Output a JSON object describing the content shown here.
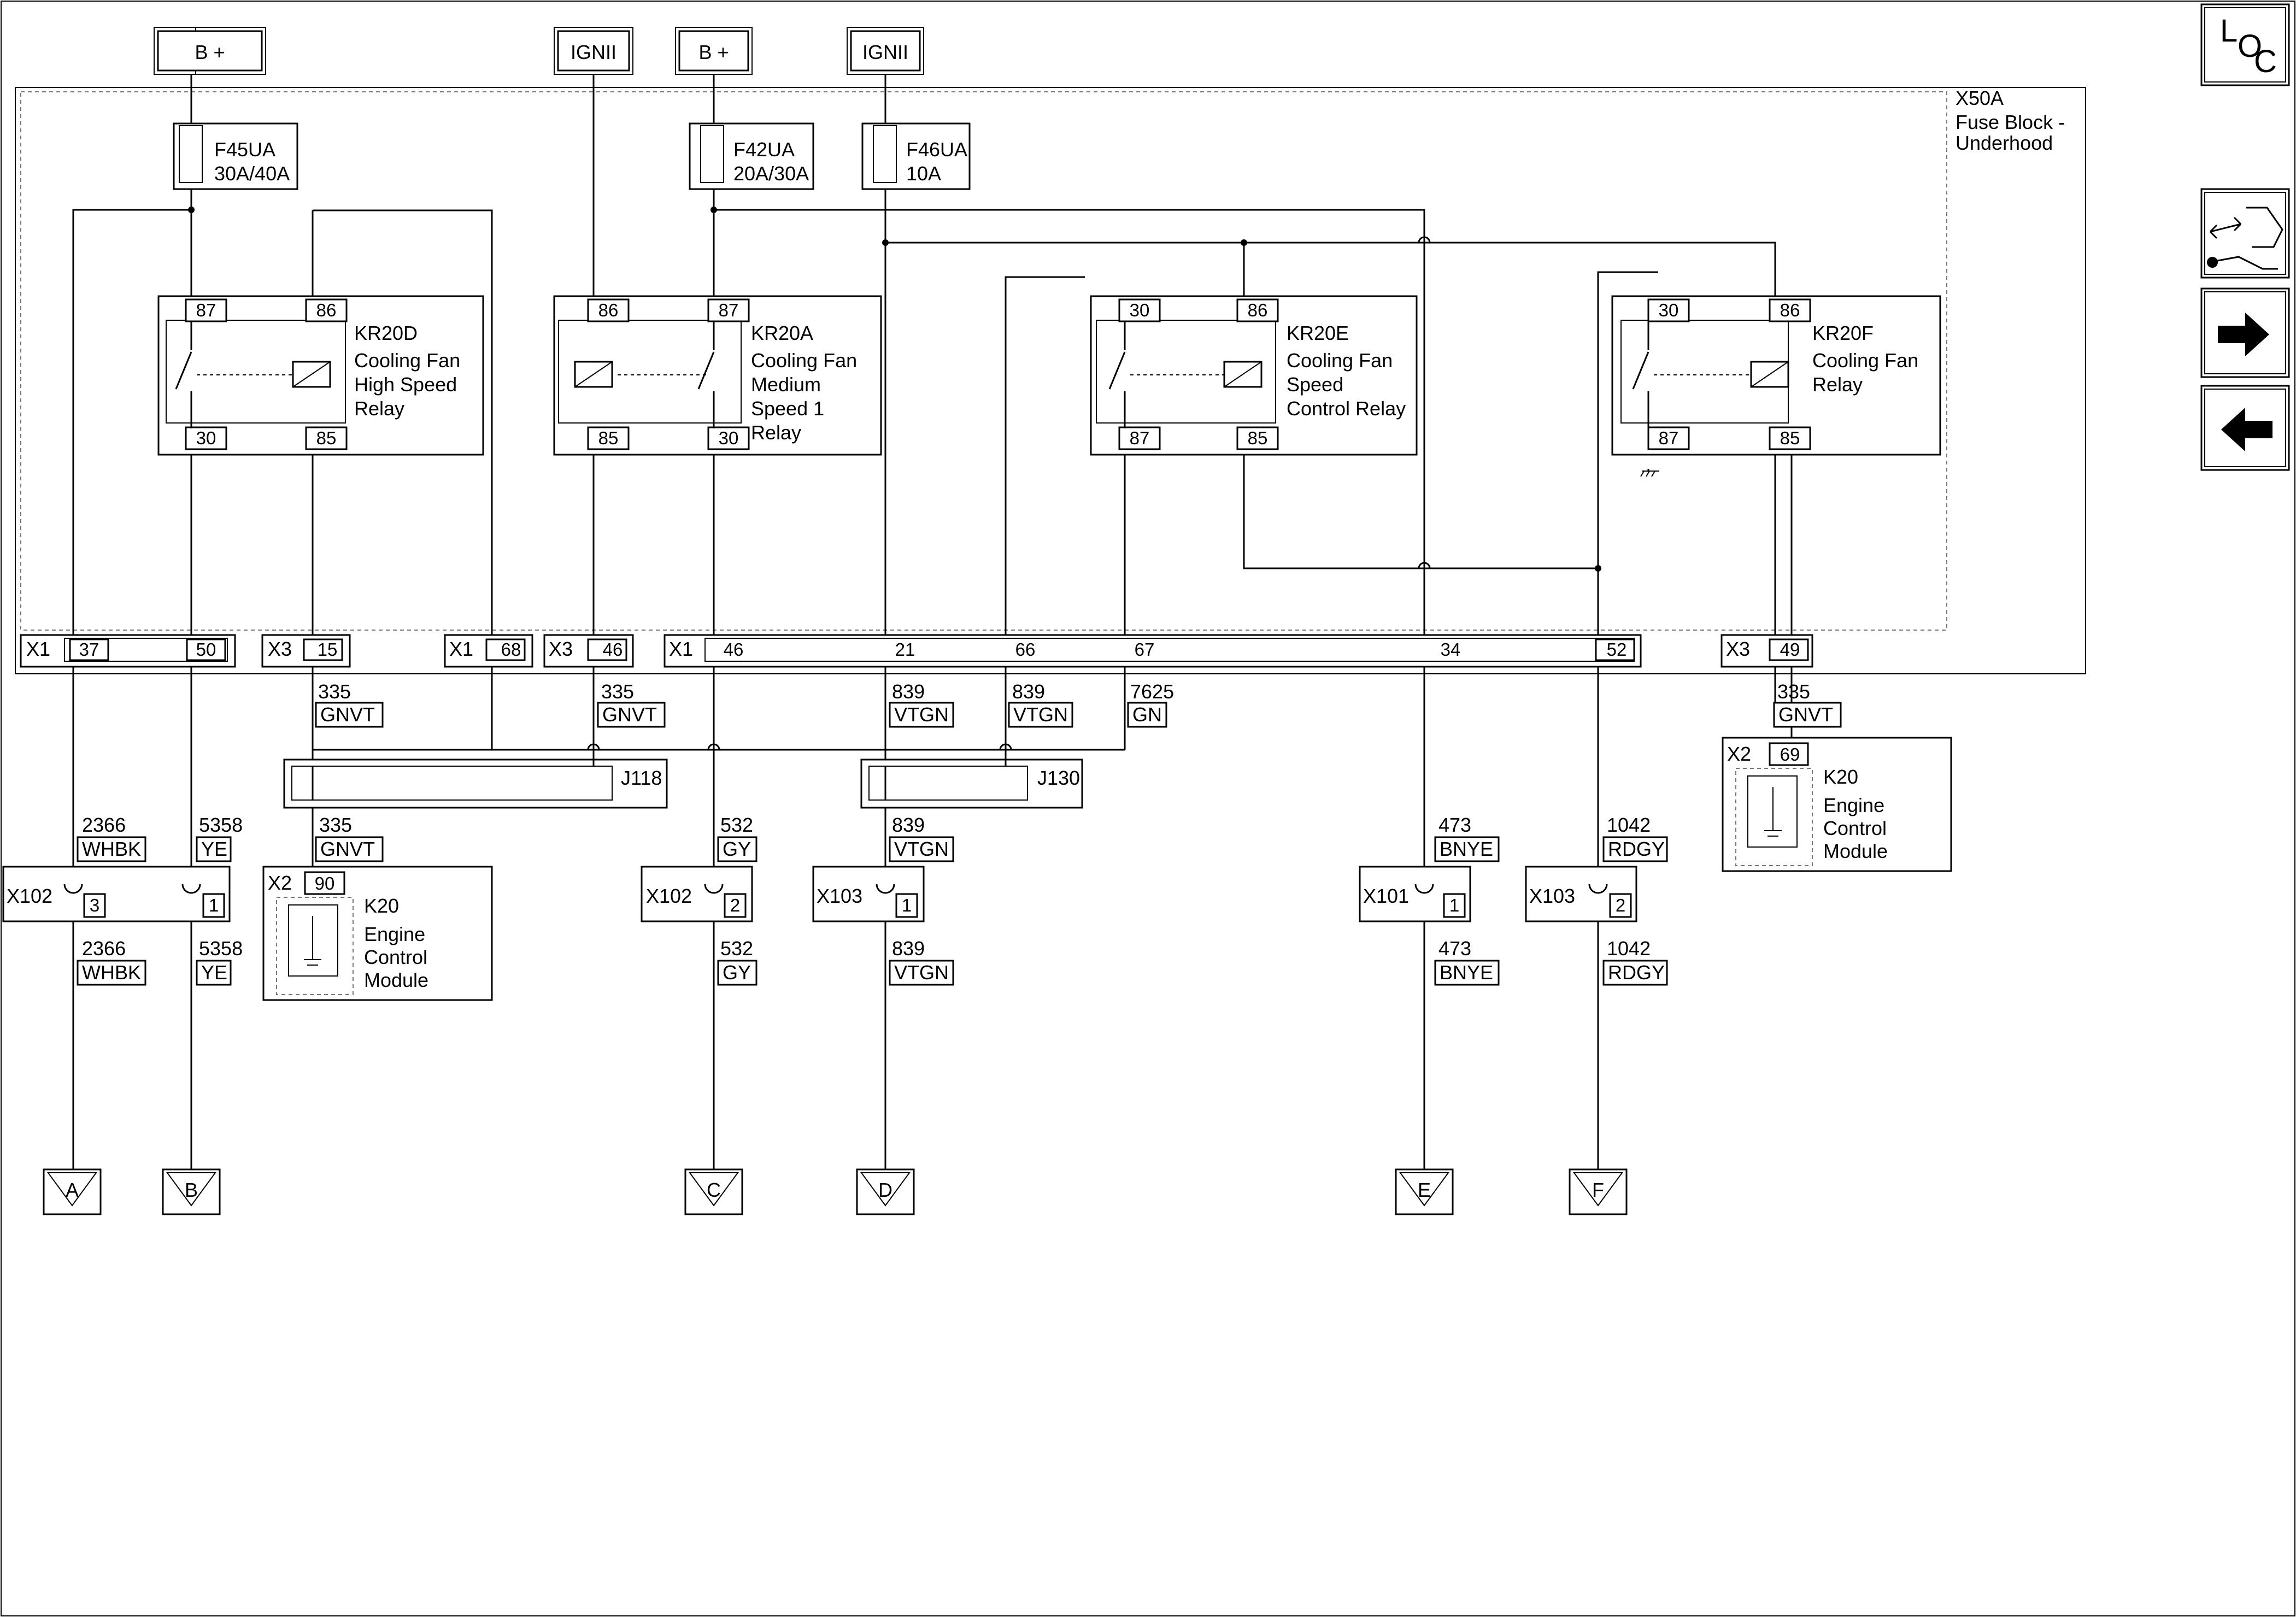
{
  "power": {
    "bplus_left": "B +",
    "ignii_left": "IGNII",
    "bplus_right": "B +",
    "ignii_right": "IGNII"
  },
  "fuse_block": {
    "id": "X50A",
    "name_line1": "Fuse Block -",
    "name_line2": "Underhood"
  },
  "fuses": [
    {
      "id": "F45UA",
      "rating": "30A/40A"
    },
    {
      "id": "F42UA",
      "rating": "20A/30A"
    },
    {
      "id": "F46UA",
      "rating": "10A"
    }
  ],
  "relays": [
    {
      "id": "KR20D",
      "name": [
        "Cooling Fan",
        "High Speed",
        "Relay"
      ],
      "pins": [
        "87",
        "86",
        "30",
        "85"
      ]
    },
    {
      "id": "KR20A",
      "name": [
        "Cooling Fan",
        "Medium",
        "Speed 1",
        "Relay"
      ],
      "pins": [
        "86",
        "87",
        "85",
        "30"
      ]
    },
    {
      "id": "KR20E",
      "name": [
        "Cooling Fan",
        "Speed",
        "Control Relay"
      ],
      "pins": [
        "30",
        "86",
        "87",
        "85"
      ]
    },
    {
      "id": "KR20F",
      "name": [
        "Cooling Fan",
        "Relay"
      ],
      "pins": [
        "30",
        "86",
        "87",
        "85"
      ]
    }
  ],
  "connector_row": {
    "x1a": "X1",
    "p37": "37",
    "p50": "50",
    "x3a": "X3",
    "p15": "15",
    "x1b": "X1",
    "p68": "68",
    "x3b": "X3",
    "p46a": "46",
    "x1c": "X1",
    "p46b": "46",
    "p21": "21",
    "p66": "66",
    "p67": "67",
    "p34": "34",
    "p52": "52",
    "x3c": "X3",
    "p49": "49"
  },
  "wires": {
    "w335_a": {
      "circuit": "335",
      "color": "GNVT"
    },
    "w335_b": {
      "circuit": "335",
      "color": "GNVT"
    },
    "w839_a": {
      "circuit": "839",
      "color": "VTGN"
    },
    "w839_b": {
      "circuit": "839",
      "color": "VTGN"
    },
    "w7625": {
      "circuit": "7625",
      "color": "GN"
    },
    "w335_c": {
      "circuit": "335",
      "color": "GNVT"
    },
    "w2366_top": {
      "circuit": "2366",
      "color": "WHBK"
    },
    "w5358_top": {
      "circuit": "5358",
      "color": "YE"
    },
    "w335_d": {
      "circuit": "335",
      "color": "GNVT"
    },
    "w532_top": {
      "circuit": "532",
      "color": "GY"
    },
    "w839_c": {
      "circuit": "839",
      "color": "VTGN"
    },
    "w473_top": {
      "circuit": "473",
      "color": "BNYE"
    },
    "w1042_top": {
      "circuit": "1042",
      "color": "RDGY"
    },
    "w2366_bot": {
      "circuit": "2366",
      "color": "WHBK"
    },
    "w5358_bot": {
      "circuit": "5358",
      "color": "YE"
    },
    "w532_bot": {
      "circuit": "532",
      "color": "GY"
    },
    "w839_d": {
      "circuit": "839",
      "color": "VTGN"
    },
    "w473_bot": {
      "circuit": "473",
      "color": "BNYE"
    },
    "w1042_bot": {
      "circuit": "1042",
      "color": "RDGY"
    }
  },
  "splices": {
    "j118": "J118",
    "j130": "J130"
  },
  "inline_connectors": [
    {
      "id": "X102",
      "pins": [
        "3",
        "1"
      ]
    },
    {
      "id": "X102",
      "pins": [
        "2"
      ]
    },
    {
      "id": "X103",
      "pins": [
        "1"
      ]
    },
    {
      "id": "X101",
      "pins": [
        "1"
      ]
    },
    {
      "id": "X103",
      "pins": [
        "2"
      ]
    }
  ],
  "ecm_left": {
    "conn": "X2",
    "pin": "90",
    "id": "K20",
    "name": [
      "Engine",
      "Control",
      "Module"
    ]
  },
  "ecm_right": {
    "conn": "X2",
    "pin": "69",
    "id": "K20",
    "name": [
      "Engine",
      "Control",
      "Module"
    ]
  },
  "offpage": [
    "A",
    "B",
    "C",
    "D",
    "E",
    "F"
  ],
  "nav": {
    "loc_l": "L",
    "loc_o": "O",
    "loc_c": "C"
  }
}
